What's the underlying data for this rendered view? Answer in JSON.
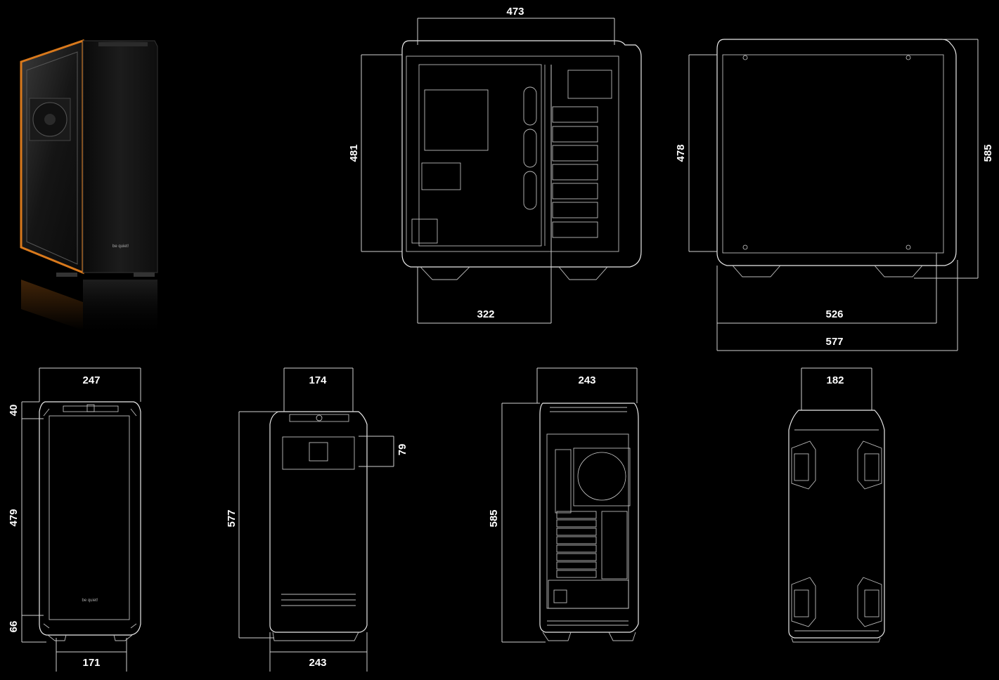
{
  "brand_text": "be quiet!",
  "colors": {
    "background": "#000000",
    "line": "#e9e9e9",
    "accent_orange": "#d9791c"
  },
  "dimensions": {
    "side_top_width": "473",
    "side_height_left": "481",
    "side_bottom_width": "322",
    "right_height_inner": "478",
    "right_height_outer": "585",
    "right_width_inner": "526",
    "right_width_outer": "577",
    "front_top_width": "247",
    "front_top_section": "40",
    "front_middle": "479",
    "front_bottom_section": "66",
    "front_feet_width": "171",
    "front2_top_width": "174",
    "front2_panel_height": "79",
    "front2_height": "577",
    "front2_bottom_width": "243",
    "rear_top_width": "243",
    "rear_height": "585",
    "bottom_width": "182"
  }
}
